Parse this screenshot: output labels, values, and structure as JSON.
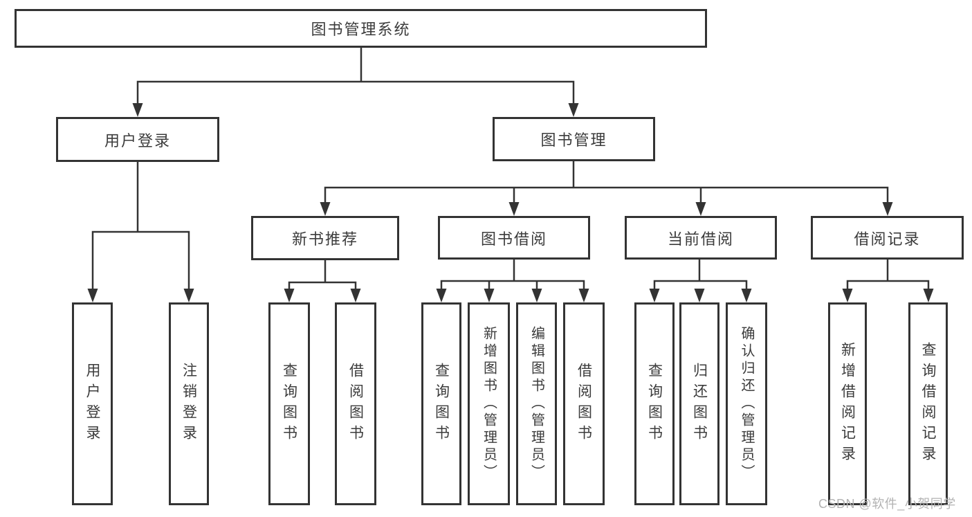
{
  "tree": {
    "root": "图书管理系统",
    "level2": [
      {
        "label": "用户登录",
        "children": [
          "用户登录",
          "注销登录"
        ]
      },
      {
        "label": "图书管理",
        "children": [
          {
            "label": "新书推荐",
            "children": [
              "查询图书",
              "借阅图书"
            ]
          },
          {
            "label": "图书借阅",
            "children": [
              "查询图书",
              "新增图书（管理员）",
              "编辑图书（管理员）",
              "借阅图书"
            ]
          },
          {
            "label": "当前借阅",
            "children": [
              "查询图书",
              "归还图书",
              "确认归还（管理员）"
            ]
          },
          {
            "label": "借阅记录",
            "children": [
              "新增借阅记录",
              "查询借阅记录"
            ]
          }
        ]
      }
    ]
  },
  "watermark": {
    "text": "CSDN @软件_小贺同学"
  },
  "colors": {
    "line": "#333333",
    "text": "#3b3b3b",
    "background": "#ffffff",
    "watermark": "#b3b3b3"
  }
}
